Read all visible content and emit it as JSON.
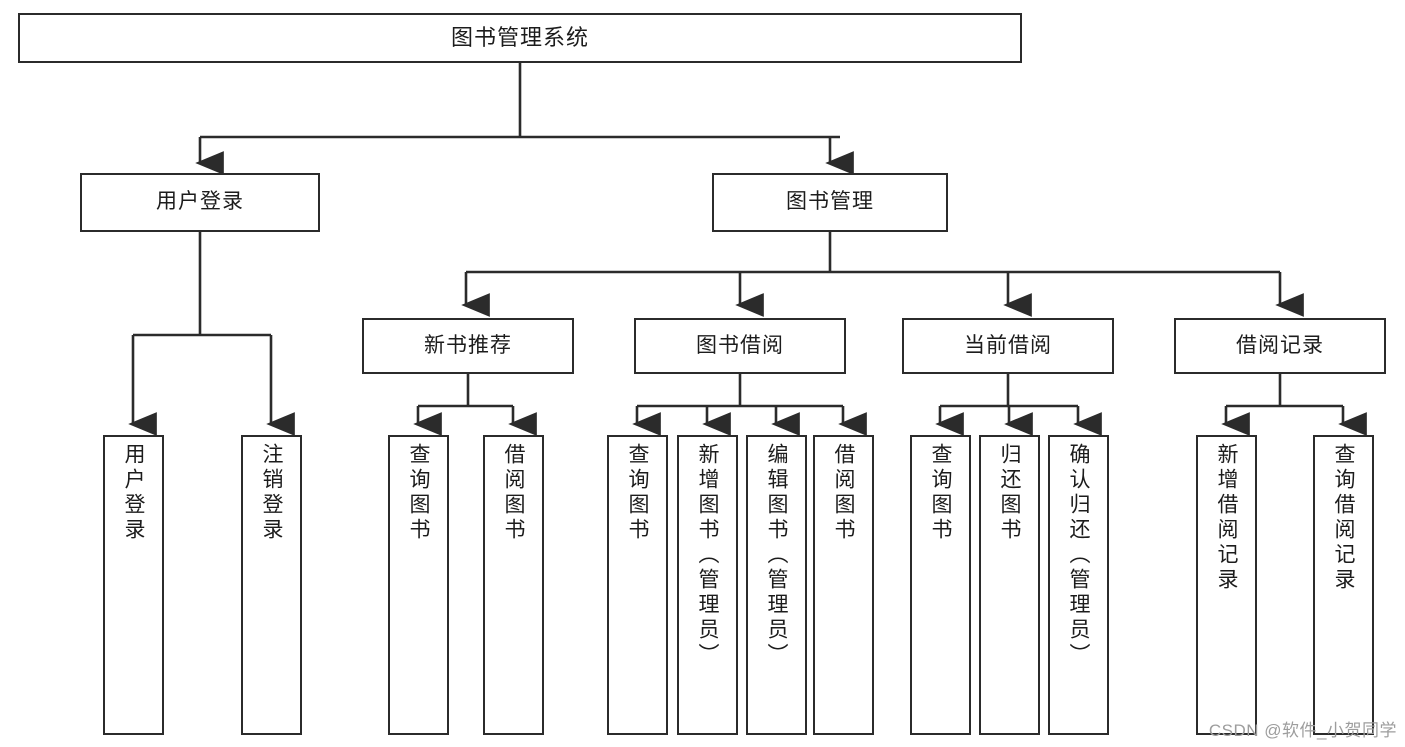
{
  "diagram": {
    "type": "tree",
    "title": "图书管理系统",
    "orientation": "top-down",
    "colors": {
      "box_border": "#2b2b2b",
      "box_fill": "#ffffff",
      "connector": "#2b2b2b",
      "text": "#1c1c1c",
      "watermark": "#9d9d9d"
    }
  },
  "nodes": {
    "root": {
      "label": "图书管理系统"
    },
    "level1": [
      {
        "id": "user-login",
        "label": "用户登录"
      },
      {
        "id": "book-manage",
        "label": "图书管理"
      }
    ],
    "level2": [
      {
        "id": "new-book-recommend",
        "label": "新书推荐",
        "parent": "book-manage"
      },
      {
        "id": "book-borrow",
        "label": "图书借阅",
        "parent": "book-manage"
      },
      {
        "id": "current-borrow",
        "label": "当前借阅",
        "parent": "book-manage"
      },
      {
        "id": "borrow-record",
        "label": "借阅记录",
        "parent": "book-manage"
      }
    ],
    "leaves": [
      {
        "id": "leaf-user-login",
        "label": "用户登录",
        "parent": "user-login"
      },
      {
        "id": "leaf-logout-login",
        "label": "注销登录",
        "parent": "user-login"
      },
      {
        "id": "leaf-query-book-1",
        "label": "查询图书",
        "parent": "new-book-recommend"
      },
      {
        "id": "leaf-borrow-book-1",
        "label": "借阅图书",
        "parent": "new-book-recommend"
      },
      {
        "id": "leaf-query-book-2",
        "label": "查询图书",
        "parent": "book-borrow"
      },
      {
        "id": "leaf-add-book",
        "label": "新增图书（管理员）",
        "parent": "book-borrow"
      },
      {
        "id": "leaf-edit-book",
        "label": "编辑图书（管理员）",
        "parent": "book-borrow"
      },
      {
        "id": "leaf-borrow-book-2",
        "label": "借阅图书",
        "parent": "book-borrow"
      },
      {
        "id": "leaf-query-book-3",
        "label": "查询图书",
        "parent": "current-borrow"
      },
      {
        "id": "leaf-return-book",
        "label": "归还图书",
        "parent": "current-borrow"
      },
      {
        "id": "leaf-confirm-return",
        "label": "确认归还（管理员）",
        "parent": "current-borrow"
      },
      {
        "id": "leaf-add-record",
        "label": "新增借阅记录",
        "parent": "borrow-record"
      },
      {
        "id": "leaf-query-record",
        "label": "查询借阅记录",
        "parent": "borrow-record"
      }
    ]
  },
  "watermark": {
    "text": "CSDN @软件_小贺同学"
  }
}
